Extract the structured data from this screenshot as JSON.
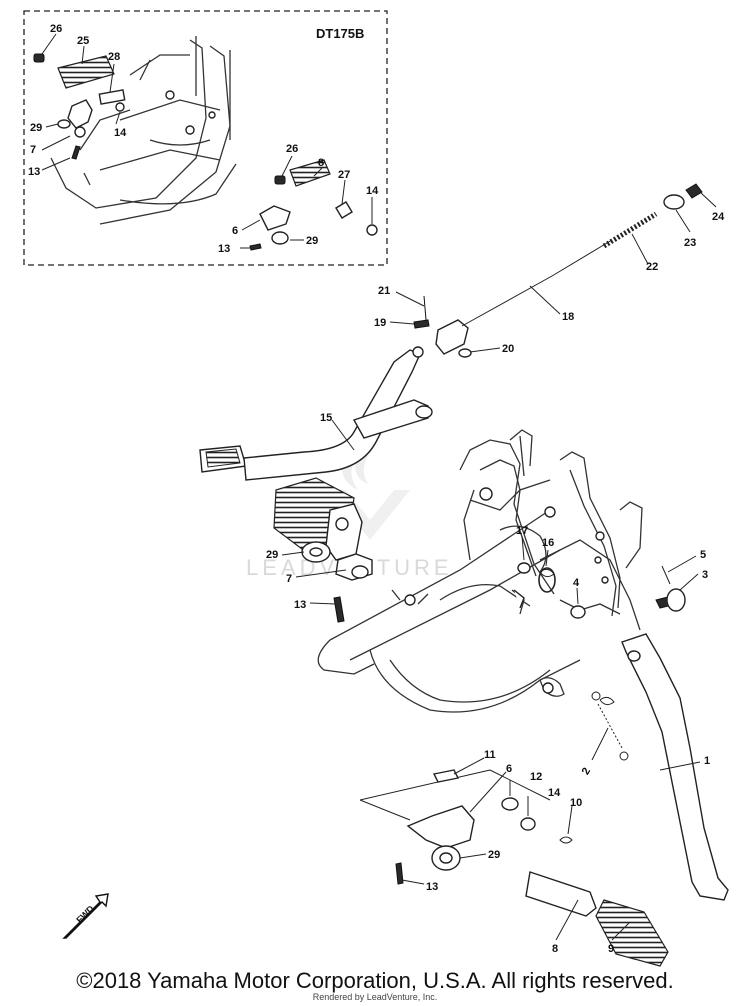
{
  "inset": {
    "model_code": "DT175B",
    "callouts": [
      "26",
      "25",
      "28",
      "29",
      "7",
      "14",
      "13",
      "26",
      "8",
      "27",
      "14",
      "6",
      "13",
      "29"
    ]
  },
  "callouts": [
    "21",
    "19",
    "18",
    "20",
    "22",
    "23",
    "24",
    "15",
    "29",
    "7",
    "13",
    "17",
    "16",
    "4",
    "5",
    "3",
    "1",
    "2",
    "11",
    "6",
    "12",
    "14",
    "10",
    "29",
    "13",
    "8",
    "9"
  ],
  "watermark": "LEADVENTURE",
  "fwd_label": "FWD",
  "footer": {
    "copyright": "©2018 Yamaha Motor Corporation, U.S.A. All rights reserved.",
    "rendered_by": "Rendered by LeadVenture, Inc."
  }
}
